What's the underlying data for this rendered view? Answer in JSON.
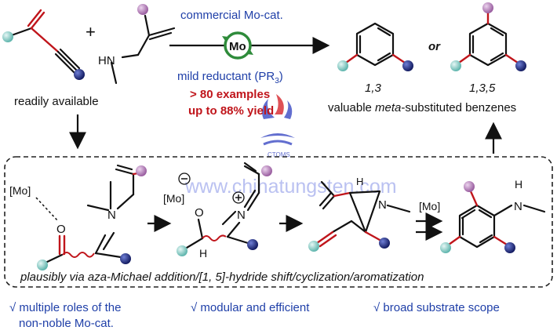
{
  "top": {
    "catalyst_label": "commercial Mo-cat.",
    "metal_label": "Mo",
    "reductant_label": "mild reductant (PR",
    "reductant_sub": "3",
    "reductant_close": ")",
    "examples": "> 80 examples",
    "yield": "up to 88% yield",
    "readily_available": "readily available",
    "plus": "+",
    "or": "or",
    "pattern_13": "1,3",
    "pattern_135": "1,3,5",
    "product_pre": "valuable ",
    "product_meta": "meta",
    "product_post": "-substituted benzenes"
  },
  "mechanism": {
    "mo_label": "[Mo]",
    "mo_label_2": "[Mo]",
    "mo_label_3": "[Mo]",
    "atom_o": "O",
    "atom_n": "N",
    "atom_h": "H",
    "atom_hn": "HN",
    "caption": "plausibly via aza-Michael addition/[1, 5]-hydride shift/cyclization/aromatization"
  },
  "features": [
    {
      "line1": "√ multiple roles of the",
      "line2": "non-noble Mo-cat."
    },
    {
      "line1": "√ modular and efficient"
    },
    {
      "line1": "√ broad substrate scope"
    }
  ],
  "watermark": {
    "text": "www.chinatungsten.com",
    "logo": "CTOMS"
  },
  "colors": {
    "text_blue": "#1f3fa8",
    "highlight_red": "#c0151b",
    "mo_green": "#2e8b3a",
    "ball_teal": "#7ec9c2",
    "ball_navy": "#1e2a7a",
    "ball_purple": "#b480b8"
  }
}
